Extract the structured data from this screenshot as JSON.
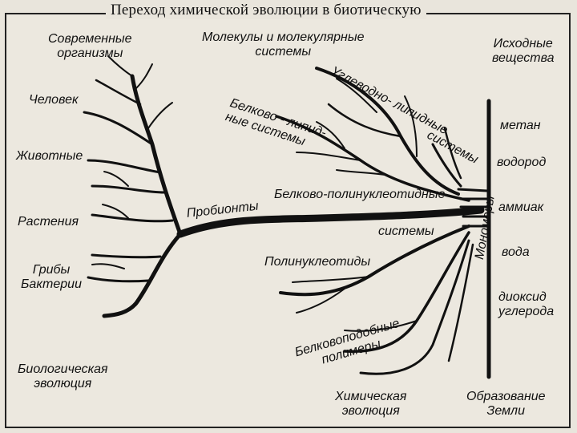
{
  "title": "Переход химической эволюции в биотическую",
  "labels": {
    "modern_organisms": [
      "Современные",
      "организмы"
    ],
    "human": "Человек",
    "animals": "Животные",
    "plants": "Растения",
    "fungi_bacteria": [
      "Грибы",
      "Бактерии"
    ],
    "bio_evolution": [
      "Биологическая",
      "эволюция"
    ],
    "molecules": [
      "Молекулы  и  молекулярные",
      "системы"
    ],
    "carb_lipid": [
      "Углеводно-   липидные",
      "системы"
    ],
    "protein_lipid": [
      "Белково - липид-",
      "ные системы"
    ],
    "probionts": "Пробионты",
    "protein_polynuc": "Белково-полинуклеотидные",
    "systems": "системы",
    "polynucleotides": "Полинуклеотиды",
    "proteinlike": [
      "Белковоподобные",
      "полимеры"
    ],
    "chem_evolution": [
      "Химическая",
      "эволюция"
    ],
    "earth_formation": [
      "Образование",
      "Земли"
    ],
    "monomers": "Мономеры",
    "initial": [
      "Исходные",
      "вещества"
    ],
    "substances": [
      "метан",
      "водород",
      "аммиак",
      "вода",
      "диоксид",
      "углерода"
    ]
  }
}
